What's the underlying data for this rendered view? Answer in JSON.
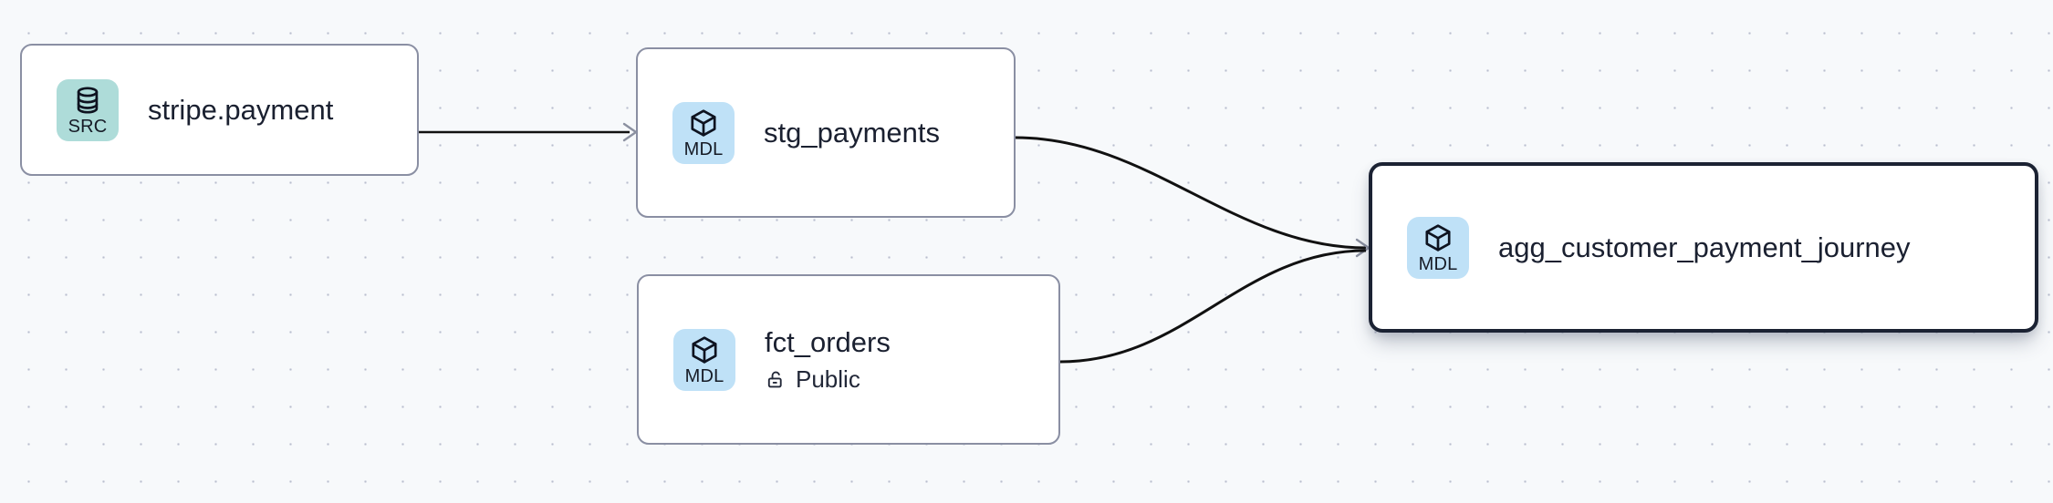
{
  "canvas": {
    "background_color": "#f7f9fb",
    "dot_color": "#b9bece",
    "edge_color": "#111111",
    "arrow_color": "#8b90a0",
    "selected_border_color": "#1b2233",
    "node_border_color": "#8a8fa3"
  },
  "nodes": [
    {
      "id": "stripe-payment",
      "title": "stripe.payment",
      "badge_label": "SRC",
      "badge_kind": "src",
      "badge_icon": "database-icon",
      "badge_color": "#aedcd9",
      "selected": false,
      "subtitle": null,
      "subtitle_icon": null
    },
    {
      "id": "stg-payments",
      "title": "stg_payments",
      "badge_label": "MDL",
      "badge_kind": "mdl",
      "badge_icon": "cube-icon",
      "badge_color": "#bfe1f7",
      "selected": false,
      "subtitle": null,
      "subtitle_icon": null
    },
    {
      "id": "fct-orders",
      "title": "fct_orders",
      "badge_label": "MDL",
      "badge_kind": "mdl",
      "badge_icon": "cube-icon",
      "badge_color": "#bfe1f7",
      "selected": false,
      "subtitle": "Public",
      "subtitle_icon": "unlock-icon"
    },
    {
      "id": "agg-customer-payment-journey",
      "title": "agg_customer_payment_journey",
      "badge_label": "MDL",
      "badge_kind": "mdl",
      "badge_icon": "cube-icon",
      "badge_color": "#bfe1f7",
      "selected": true,
      "subtitle": null,
      "subtitle_icon": null
    }
  ],
  "edges": [
    {
      "id": "edge-stripe-to-stg",
      "from": "stripe-payment",
      "to": "stg-payments"
    },
    {
      "id": "edge-stg-to-agg",
      "from": "stg-payments",
      "to": "agg-customer-payment-journey"
    },
    {
      "id": "edge-fct-to-agg",
      "from": "fct-orders",
      "to": "agg-customer-payment-journey"
    }
  ]
}
